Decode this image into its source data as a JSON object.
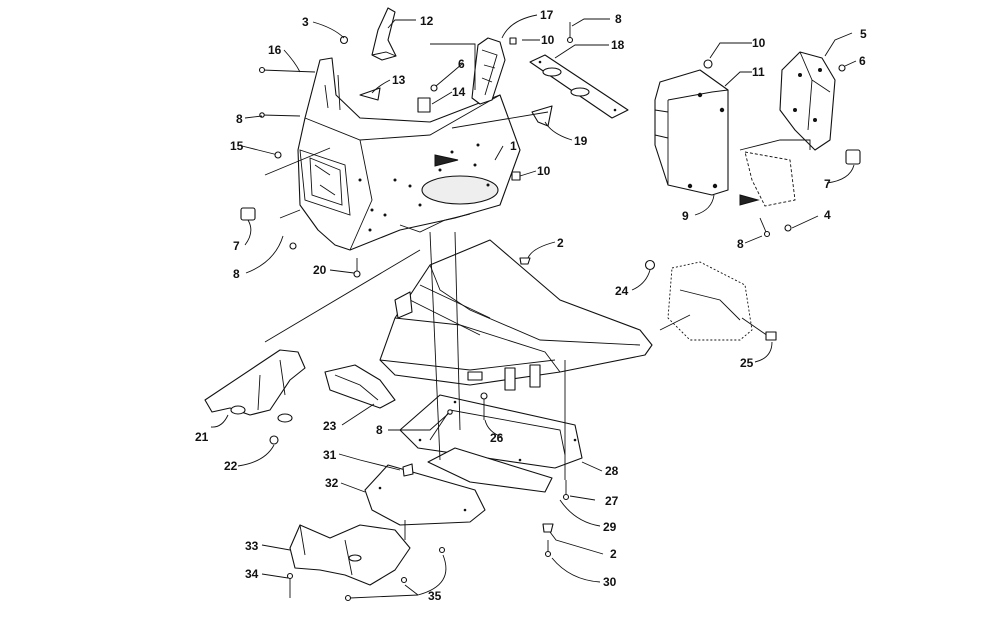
{
  "callouts": {
    "c1": "1",
    "c2a": "2",
    "c2b": "2",
    "c3": "3",
    "c4": "4",
    "c5": "5",
    "c6a": "6",
    "c6b": "6",
    "c7a": "7",
    "c7b": "7",
    "c8a": "8",
    "c8b": "8",
    "c8c": "8",
    "c8d": "8",
    "c8e": "8",
    "c9": "9",
    "c10a": "10",
    "c10b": "10",
    "c10c": "10",
    "c11": "11",
    "c12": "12",
    "c13": "13",
    "c14": "14",
    "c15": "15",
    "c16": "16",
    "c17": "17",
    "c18": "18",
    "c19": "19",
    "c20": "20",
    "c21": "21",
    "c22": "22",
    "c23": "23",
    "c24": "24",
    "c25": "25",
    "c26": "26",
    "c27": "27",
    "c28": "28",
    "c29": "29",
    "c30": "30",
    "c31": "31",
    "c32": "32",
    "c33": "33",
    "c34": "34",
    "c35": "35"
  }
}
